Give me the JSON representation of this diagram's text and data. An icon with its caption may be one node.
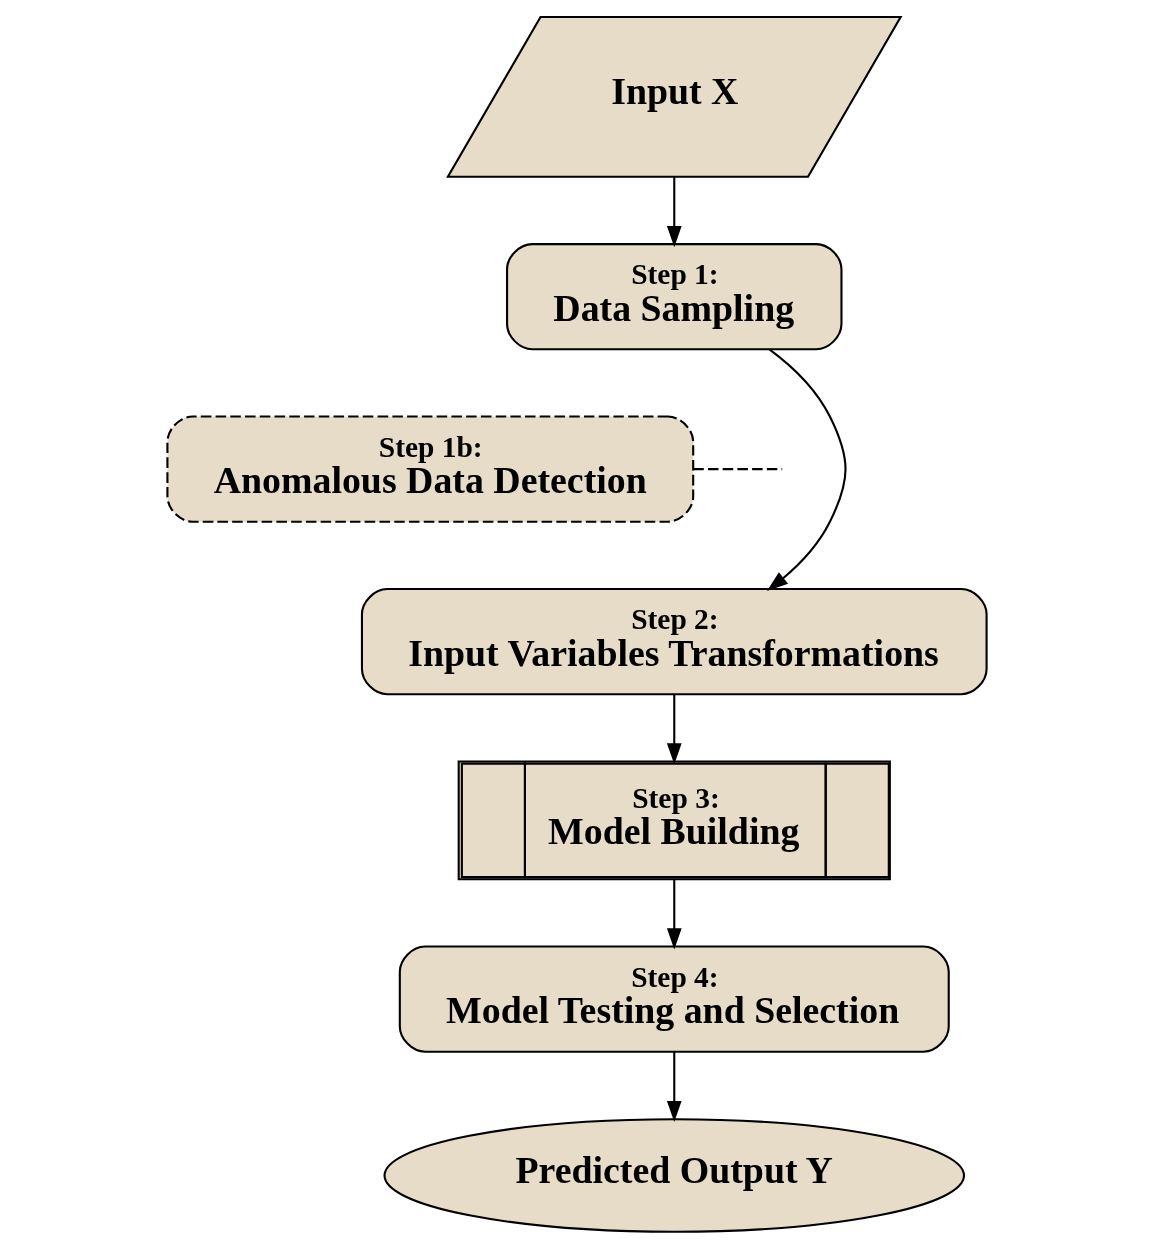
{
  "diagram": {
    "nodes": [
      {
        "text": [
          "Input X"
        ]
      },
      {
        "text": [
          "Step 1:",
          "Data Sampling"
        ]
      },
      {
        "text": [
          "Step 1b:",
          "Anomalous Data Detection"
        ]
      },
      {
        "text": [
          "Step 2:",
          "Input Variables Transformations"
        ]
      },
      {
        "text": [
          "Step 3:",
          "Model Building"
        ]
      },
      {
        "text": [
          "Step 4:",
          "Model Testing and Selection"
        ]
      },
      {
        "text": [
          "Predicted Output Y"
        ]
      }
    ],
    "edges": [
      {
        "from": 0,
        "to": 1,
        "arrow": "to"
      },
      {
        "from": 1,
        "to": 3,
        "arrow": "to"
      },
      {
        "from": 2,
        "to": null,
        "arrow": "none",
        "style": "dashed"
      },
      {
        "from": 3,
        "to": 4,
        "arrow": "to"
      },
      {
        "from": 4,
        "to": 5,
        "arrow": "to"
      },
      {
        "from": 5,
        "to": 6,
        "arrow": "to"
      }
    ]
  }
}
